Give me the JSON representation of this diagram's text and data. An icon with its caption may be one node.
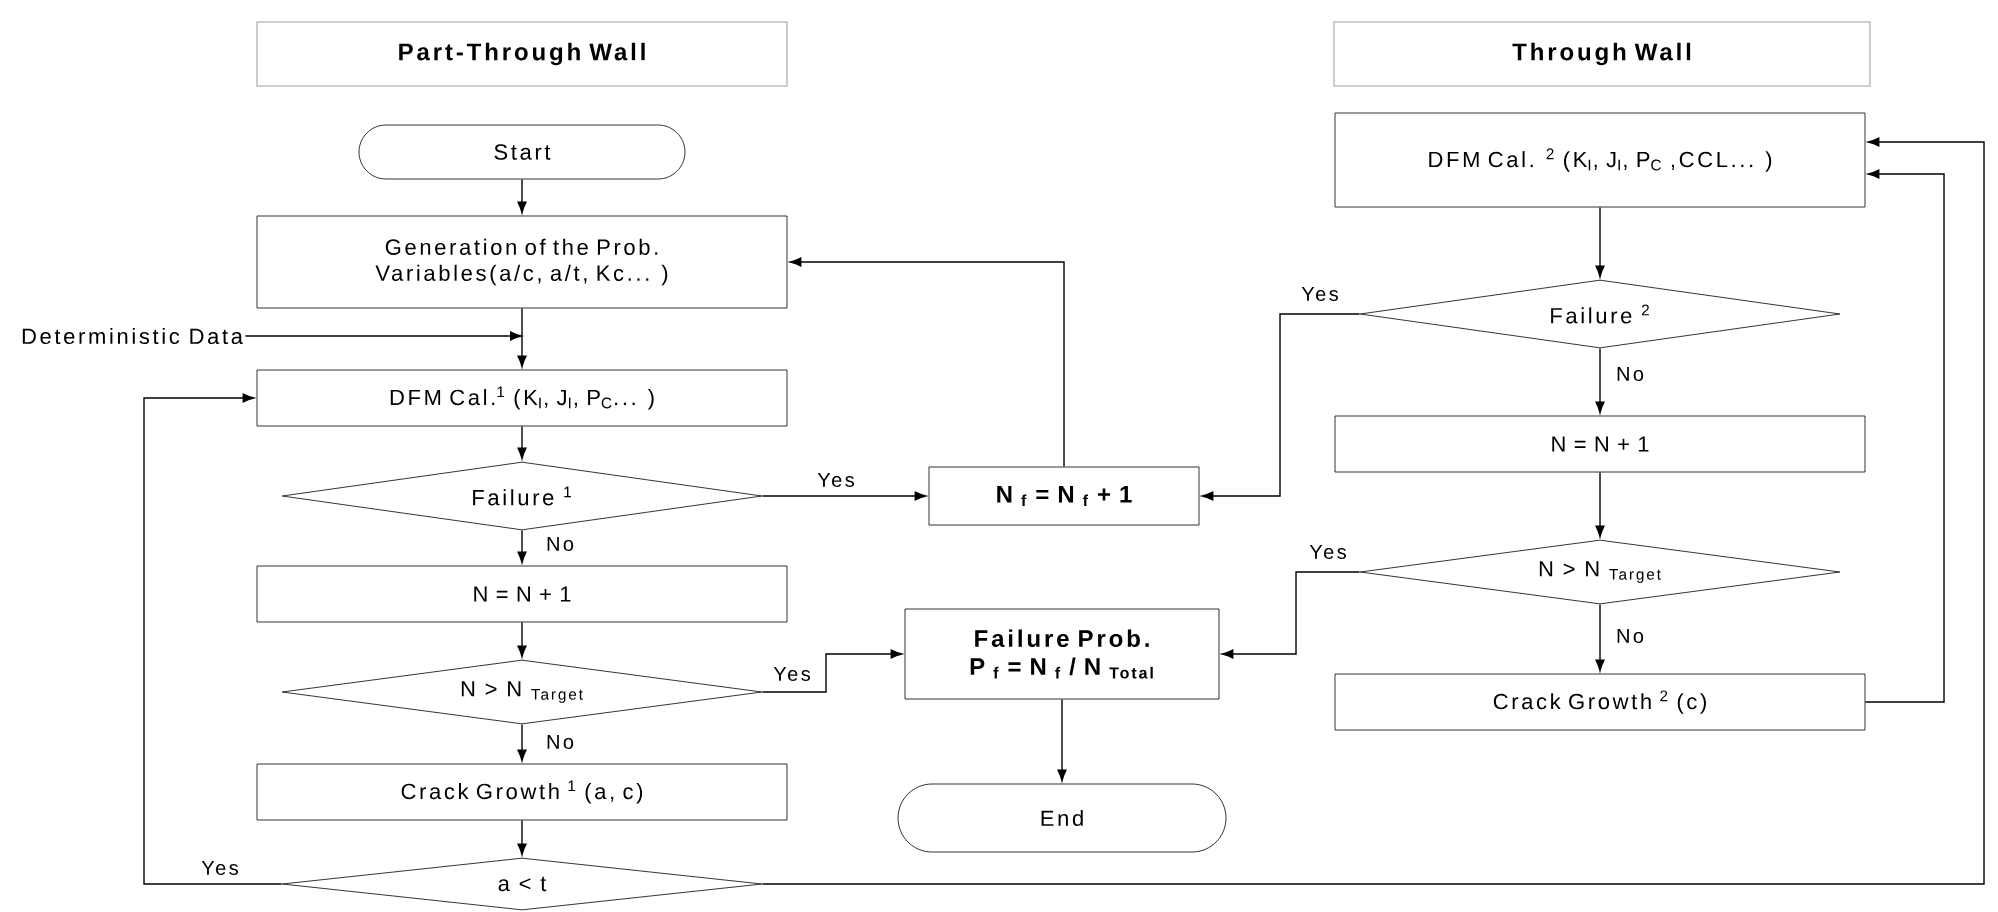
{
  "diagram": {
    "nodes": [
      {
        "text": [
          "Part-Through Wall"
        ]
      },
      {
        "text": [
          "Start"
        ]
      },
      {
        "text": [
          "Generation of the Prob. Variables(a/c, a/t, Kc... )"
        ]
      },
      {
        "text": [
          "Deterministic Data"
        ]
      },
      {
        "text": [
          "DFM Cal.$^{1}$ (K$_{I}$, J$_{I}$, P$_{C}$... )"
        ]
      },
      {
        "text": [
          "Failure $^{1}$"
        ]
      },
      {
        "text": [
          "N = N + 1"
        ]
      },
      {
        "text": [
          "N > N $_{Target}$"
        ]
      },
      {
        "text": [
          "Crack Growth $^{1}$ (a, c)"
        ]
      },
      {
        "text": [
          "a < t"
        ]
      },
      {
        "text": [
          "N $_{f}$ = N $_{f}$ + 1"
        ]
      },
      {
        "text": [
          "Failure Prob. P $_{f}$ = N $_{f}$ / N $_{Total}$"
        ]
      },
      {
        "text": [
          "End"
        ]
      },
      {
        "text": [
          "Through Wall"
        ]
      },
      {
        "text": [
          "DFM Cal. $^{2}$ (K$_{I}$, J$_{I}$, P$_{C}$ ,CCL... )"
        ]
      },
      {
        "text": [
          "Failure $^{2}$"
        ]
      },
      {
        "text": [
          "N = N + 1"
        ]
      },
      {
        "text": [
          "N > N $_{Target}$"
        ]
      },
      {
        "text": [
          "Crack Growth $^{2}$ (c)"
        ]
      }
    ],
    "edges": [
      {
        "from": 1,
        "to": 2,
        "arrow": "to"
      },
      {
        "from": 2,
        "to": 4,
        "arrow": "to"
      },
      {
        "from": 3,
        "to": null,
        "arrow": "to"
      },
      {
        "from": 4,
        "to": 5,
        "arrow": "to"
      },
      {
        "from": 5,
        "to": 10,
        "arrow": "to",
        "label": "Yes"
      },
      {
        "from": 5,
        "to": 6,
        "arrow": "to",
        "label": "No"
      },
      {
        "from": 6,
        "to": 7,
        "arrow": "to"
      },
      {
        "from": 7,
        "to": 11,
        "arrow": "to",
        "label": "Yes"
      },
      {
        "from": 7,
        "to": 8,
        "arrow": "to",
        "label": "No"
      },
      {
        "from": 8,
        "to": 9,
        "arrow": "to"
      },
      {
        "from": 9,
        "to": 4,
        "arrow": "to",
        "label": "Yes"
      },
      {
        "from": 9,
        "to": 14,
        "arrow": "to"
      },
      {
        "from": 10,
        "to": 2,
        "arrow": "to"
      },
      {
        "from": 11,
        "to": 12,
        "arrow": "to"
      },
      {
        "from": 14,
        "to": 15,
        "arrow": "to"
      },
      {
        "from": 15,
        "to": 10,
        "arrow": "to",
        "label": "Yes"
      },
      {
        "from": 15,
        "to": 16,
        "arrow": "to",
        "label": "No"
      },
      {
        "from": 16,
        "to": 17,
        "arrow": "to"
      },
      {
        "from": 17,
        "to": 11,
        "arrow": "to",
        "label": "Yes"
      },
      {
        "from": 17,
        "to": 18,
        "arrow": "to",
        "label": "No"
      },
      {
        "from": 18,
        "to": 14,
        "arrow": "to"
      }
    ]
  }
}
